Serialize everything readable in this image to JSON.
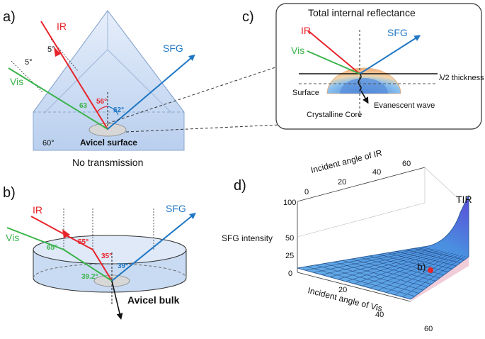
{
  "panels": {
    "a": "a)",
    "b": "b)",
    "c": "c)",
    "d": "d)"
  },
  "beams": {
    "ir": "IR",
    "vis": "Vis",
    "sfg": "SFG"
  },
  "colors": {
    "ir": "#e8242b",
    "vis": "#3ab34a",
    "sfg": "#1f77c4",
    "prism": "#c8daf2",
    "surface_mesh": "#5ba3e0",
    "tir_region": "#e9b0c4"
  },
  "panel_a": {
    "tilt_vis": "5°",
    "tilt_ir": "5°",
    "angle_vis": "63",
    "angle_ir": "56°",
    "angle_sfg": "62°",
    "prism_angle": "60°",
    "surface_label": "Avicel surface",
    "caption": "No transmission"
  },
  "panel_b": {
    "angle_vis": "65°",
    "angle_ir": "55°",
    "refr_ir": "35°",
    "refr_vis": "39.2°",
    "angle_sfg": "39°",
    "bulk_label": "Avicel bulk"
  },
  "panel_c": {
    "title": "Total internal reflectance",
    "thickness": "λ/2 thickness",
    "surface": "Surface",
    "evanescent": "Evanescent wave",
    "core": "Crystalline Core"
  },
  "panel_d": {
    "zlabel": "SFG intensity",
    "ir_axis_label": "Incident angle of IR",
    "vis_axis_label": "Incident angle of Vis",
    "ir_ticks": [
      "0",
      "20",
      "40",
      "60"
    ],
    "vis_ticks": [
      "20",
      "40",
      "60"
    ],
    "z_ticks": [
      "100",
      "50",
      "25",
      "0"
    ],
    "tir_label": "TIR",
    "marker_label": "b)",
    "marker_color": "#e8242b"
  }
}
